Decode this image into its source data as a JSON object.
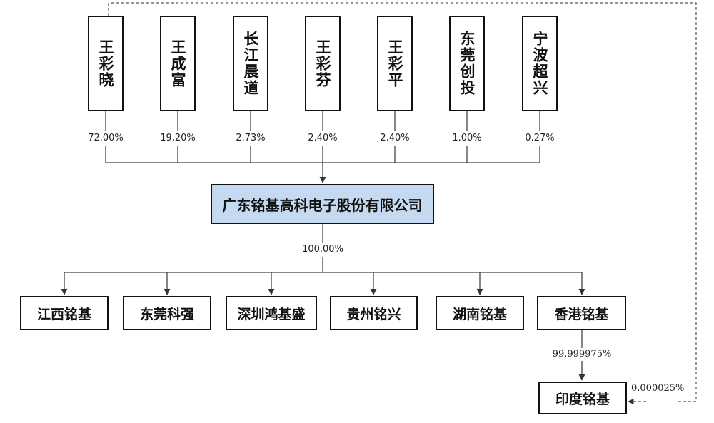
{
  "shareholders": [
    {
      "name": "王彩晓",
      "percent": "72.00%"
    },
    {
      "name": "王成富",
      "percent": "19.20%"
    },
    {
      "name": "长江晨道",
      "percent": "2.73%"
    },
    {
      "name": "王彩芬",
      "percent": "2.40%"
    },
    {
      "name": "王彩平",
      "percent": "2.40%"
    },
    {
      "name": "东莞创投",
      "percent": "1.00%"
    },
    {
      "name": "宁波超兴",
      "percent": "0.27%"
    }
  ],
  "company": {
    "name": "广东铭基高科电子股份有限公司",
    "fill_color": "#c5d9f1",
    "holding_percent": "100.00%"
  },
  "subsidiaries": [
    {
      "name": "江西铭基"
    },
    {
      "name": "东莞科强"
    },
    {
      "name": "深圳鸿基盛"
    },
    {
      "name": "贵州铭兴"
    },
    {
      "name": "湖南铭基"
    },
    {
      "name": "香港铭基"
    }
  ],
  "india": {
    "name": "印度铭基",
    "percent_from_hk": "99.999975%",
    "percent_from_parent": "0.000025%"
  }
}
